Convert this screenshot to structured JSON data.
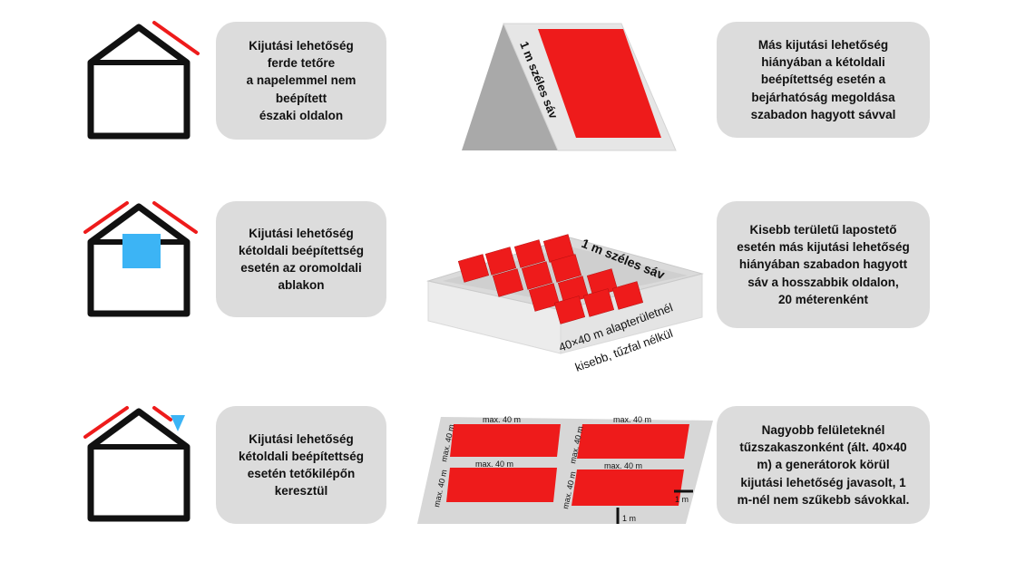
{
  "colors": {
    "accent_red": "#ee1b1b",
    "window_blue": "#3cb4f5",
    "card_bg": "#dcdcdc",
    "outline": "#111111",
    "roof_gray": "#a9a9a9",
    "surface_gray": "#e6e6e6"
  },
  "rows": [
    {
      "house_icon": "house-red-roof-one-side-icon",
      "left_text": "Kijutási lehetőség\nferde tetőre\na napelemmel nem\nbeépített\nészaki oldalon",
      "illustration": {
        "name": "pitched-roof-free-strip",
        "strip_label": "1 m széles sáv"
      },
      "right_text": "Más kijutási lehetőség\nhiányában a kétoldali\nbeépítettség esetén a\nbejárhatóság megoldása\nszabadon hagyott sávval"
    },
    {
      "house_icon": "house-gable-window-icon",
      "left_text": "Kijutási lehetőség\nkétoldali beépítettség\nesetén az oromoldali\nablakon",
      "illustration": {
        "name": "flat-roof-small",
        "strip_label": "1 m széles sáv",
        "area_label_1": "40×40 m alapterületnél",
        "area_label_2": "kisebb, tűzfal nélkül"
      },
      "right_text": "Kisebb területű lapostető\nesetén más kijutási lehetőség\nhiányában szabadon hagyott\nsáv a hosszabbik oldalon,\n20 méterenként"
    },
    {
      "house_icon": "house-roof-hatch-icon",
      "left_text": "Kijutási lehetőség\nkétoldali beépítettség\nesetén tetőkilépőn\nkeresztül",
      "illustration": {
        "name": "large-roof-sections",
        "width_label": "max. 40 m",
        "height_label": "max. 40 m",
        "gap_label": "1 m"
      },
      "right_text": "Nagyobb felületeknél\ntűzszakaszonként (ált. 40×40\nm) a generátorok körül\nkijutási lehetőség javasolt, 1\nm-nél nem szűkebb sávokkal."
    }
  ]
}
